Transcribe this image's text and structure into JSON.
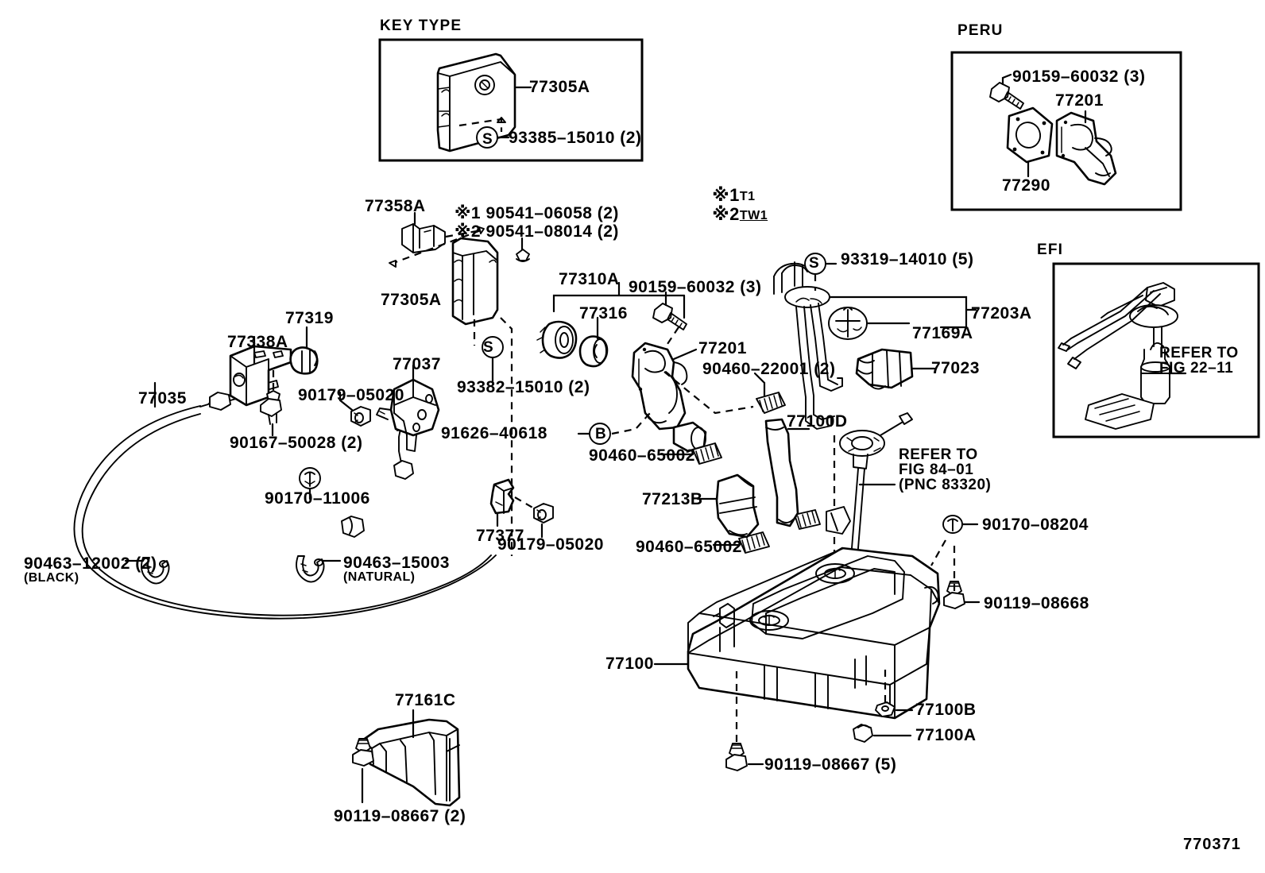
{
  "figure": {
    "number": "770371",
    "notes": [
      {
        "marker": "※1",
        "value": "T1"
      },
      {
        "marker": "※2",
        "value": "TW1"
      }
    ]
  },
  "insets": [
    {
      "id": "key-type",
      "title": "KEY TYPE"
    },
    {
      "id": "peru",
      "title": "PERU"
    },
    {
      "id": "efi",
      "title": "EFI"
    }
  ],
  "callouts": {
    "key_type_77305a": "77305A",
    "key_type_93385": "93385–15010 (2)",
    "peru_90159": "90159–60032 (3)",
    "peru_77201": "77201",
    "peru_77290": "77290",
    "efi_refer_line1": "REFER TO",
    "efi_refer_line2": "FIG 22–11",
    "p77358a": "77358A",
    "bolt_note_1_marker": "※1",
    "bolt_note_1": "90541–06058 (2)",
    "bolt_note_2_marker": "※2",
    "bolt_note_2": "90541–08014 (2)",
    "p77305a": "77305A",
    "p93382": "93382–15010 (2)",
    "p77310a": "77310A",
    "p77316": "77316",
    "p90159_60032": "90159–60032 (3)",
    "p77201": "77201",
    "p90460_22001": "90460–22001 (2)",
    "p93319_14010": "93319–14010 (5)",
    "p77169a": "77169A",
    "p77203a": "77203A",
    "p77023": "77023",
    "p77100d": "77100D",
    "p91626_40618": "91626–40618",
    "p90460_65002_upper": "90460–65002",
    "p77213b": "77213B",
    "p90460_65002_lower": "90460–65002",
    "sender_refer_1": "REFER TO",
    "sender_refer_2": "FIG 84–01",
    "sender_refer_3": "(PNC 83320)",
    "p77319": "77319",
    "p77338a": "77338A",
    "p77035": "77035",
    "p77037": "77037",
    "p90179_05020_upper": "90179–05020",
    "p90167_50028": "90167–50028 (2)",
    "p90170_11006": "90170–11006",
    "p90463_12002": "90463–12002 (2)",
    "p90463_12002_sub": "(BLACK)",
    "p90463_15003": "90463–15003",
    "p90463_15003_sub": "(NATURAL)",
    "p77377": "77377",
    "p90179_05020_lower": "90179–05020",
    "p90170_08204": "90170–08204",
    "p90119_08668": "90119–08668",
    "p77100": "77100",
    "p77100b": "77100B",
    "p77100a": "77100A",
    "p90119_08667_tank": "90119–08667 (5)",
    "p77161c": "77161C",
    "p90119_08667_shield": "90119–08667 (2)",
    "sym_s": "S",
    "sym_b": "B"
  },
  "colors": {
    "ink": "#000000",
    "paper": "#ffffff"
  }
}
